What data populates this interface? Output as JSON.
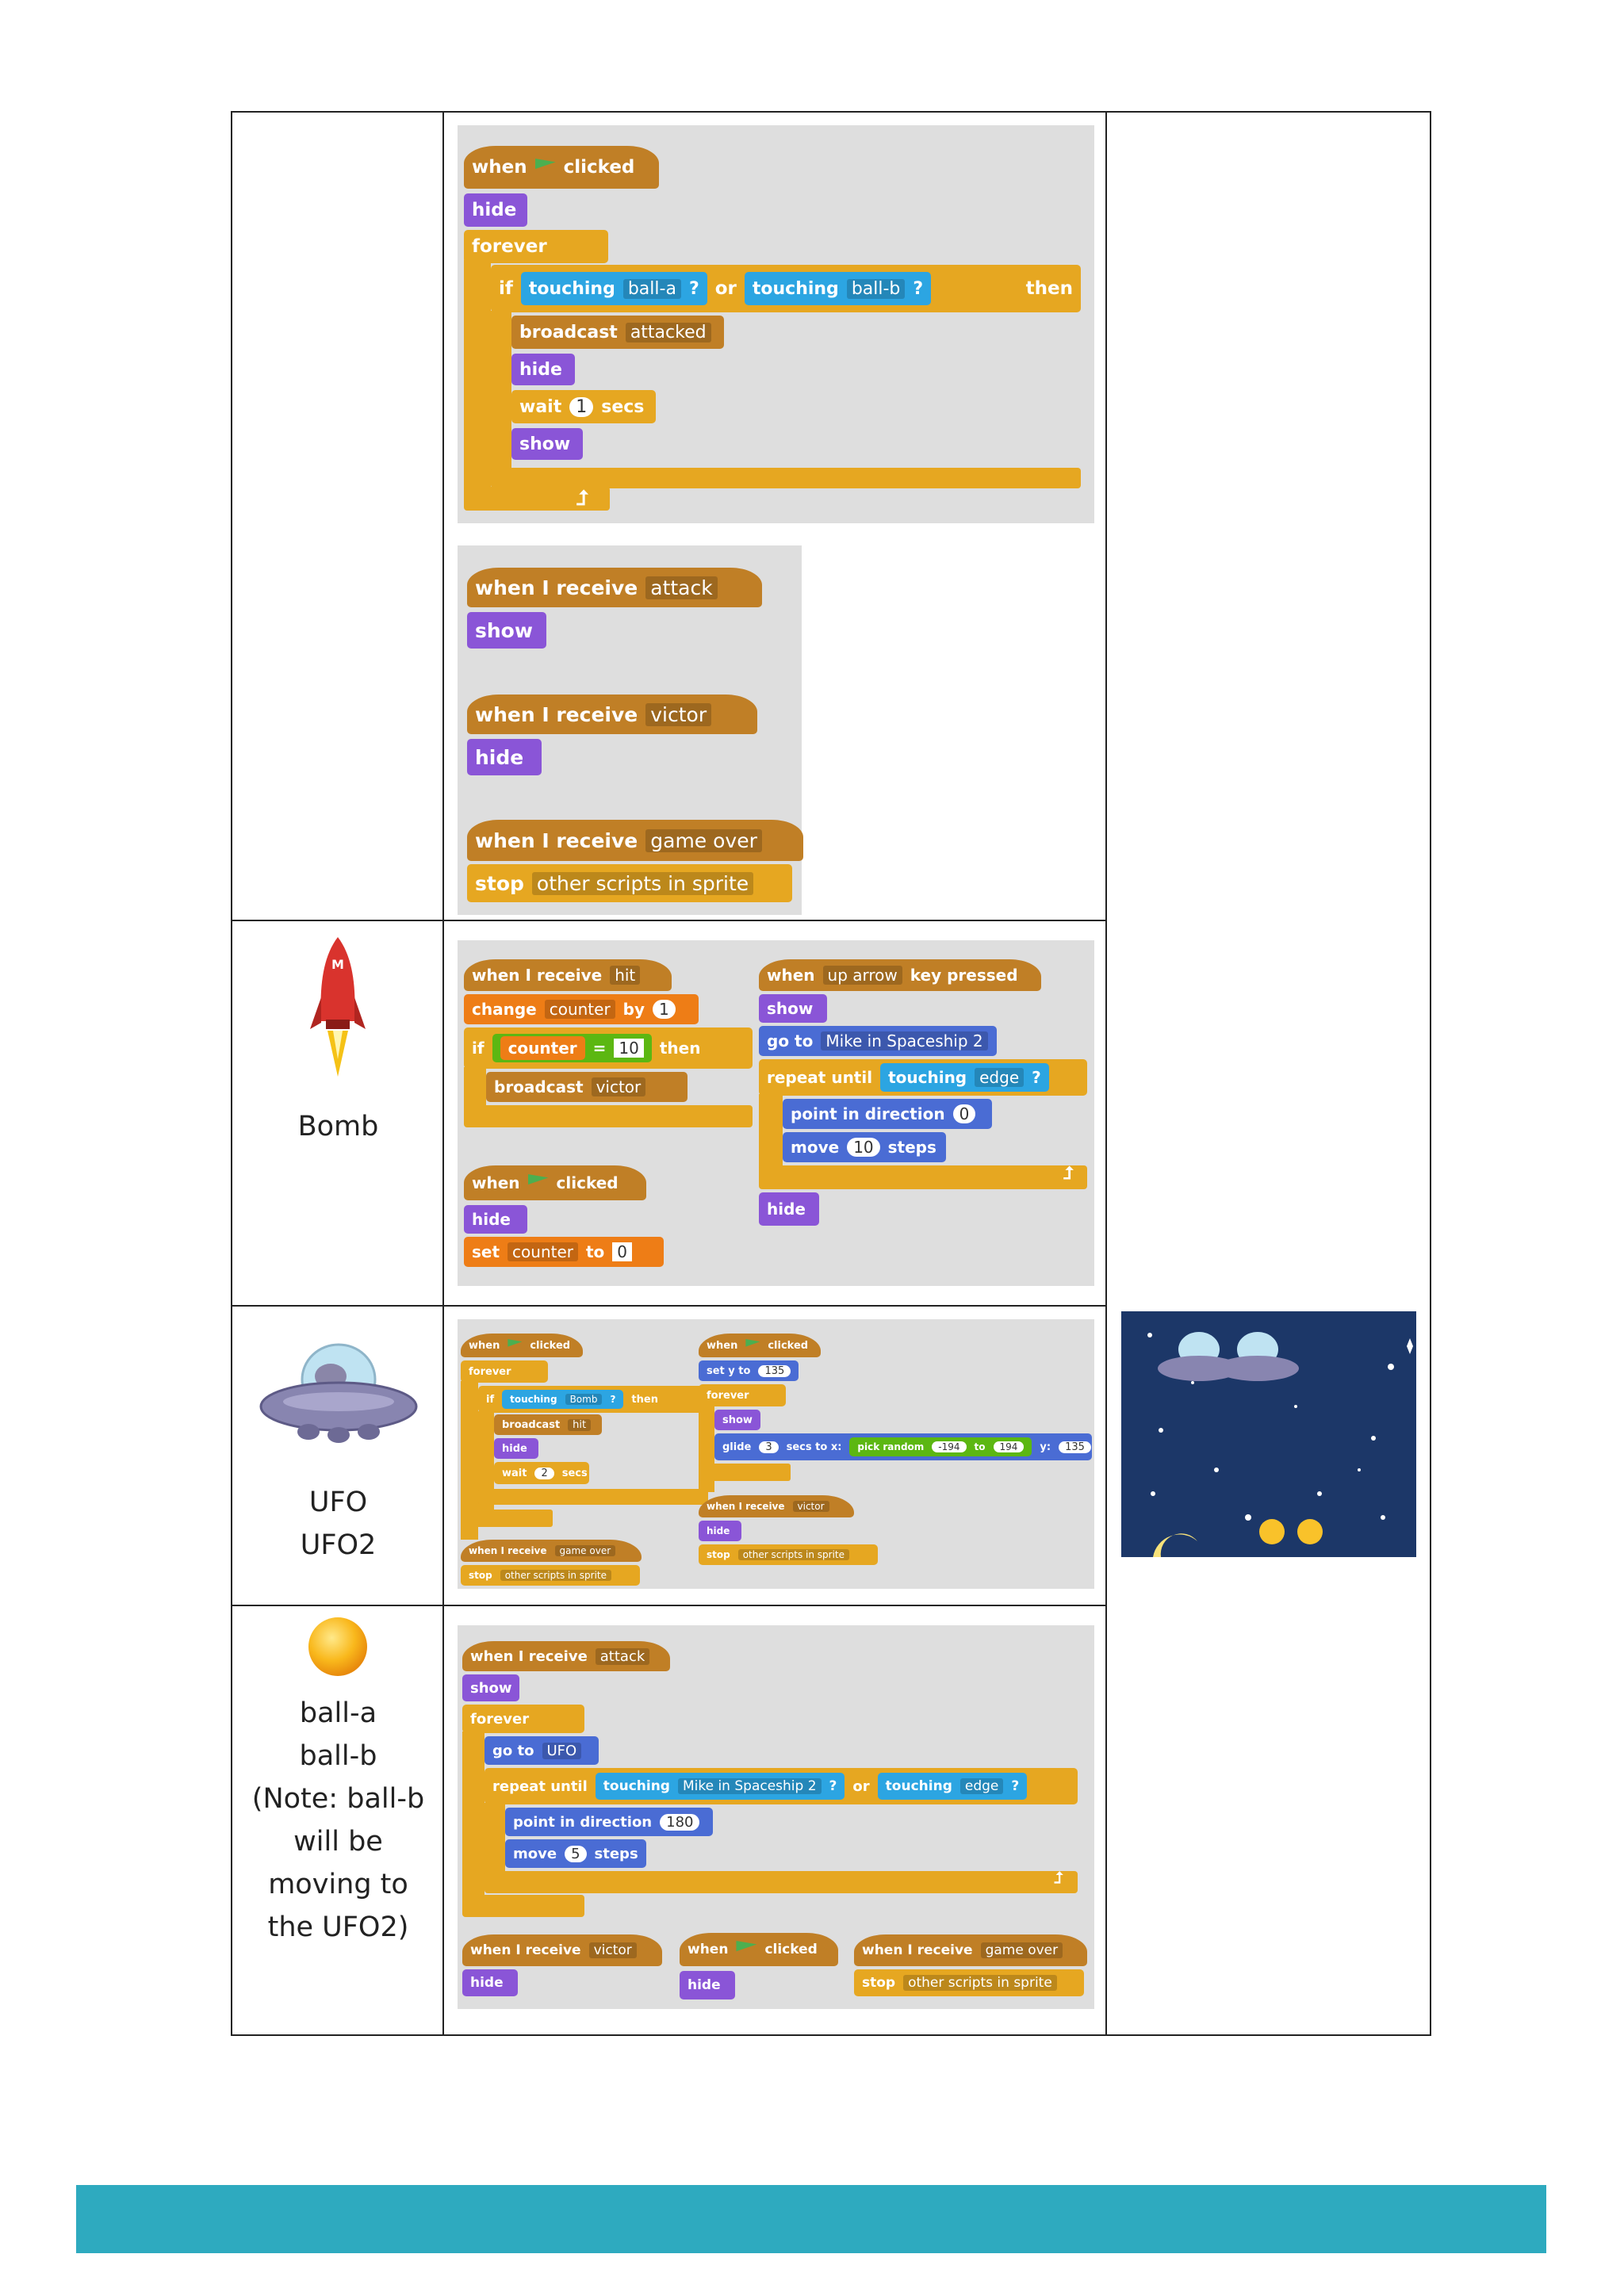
{
  "rows": [
    {
      "labels": []
    },
    {
      "labels": [
        "Bomb"
      ]
    },
    {
      "labels": [
        "UFO",
        "UFO2"
      ]
    },
    {
      "labels": [
        "ball-a",
        "ball-b",
        "(Note: ball-b",
        "will be",
        "moving to",
        "the UFO2)"
      ]
    }
  ],
  "script_text": {
    "when": "when",
    "clicked": "clicked",
    "hide": "hide",
    "show": "show",
    "forever": "forever",
    "if": "if",
    "then": "then",
    "or": "or",
    "touching": "touching",
    "ball_a": "ball-a",
    "ball_b": "ball-b",
    "q": "?",
    "broadcast": "broadcast",
    "attacked": "attacked",
    "wait": "wait",
    "secs": "secs",
    "one": "1",
    "when_i_receive": "when I receive",
    "attack": "attack",
    "victor": "victor",
    "game_over": "game over",
    "stop": "stop",
    "other_scripts": "other scripts in sprite",
    "hit": "hit",
    "change": "change",
    "counter": "counter",
    "by": "by",
    "eq": "=",
    "ten": "10",
    "set": "set",
    "to": "to",
    "zero": "0",
    "up_arrow": "up arrow",
    "key_pressed": "key pressed",
    "go_to": "go to",
    "mike": "Mike in Spaceship 2",
    "repeat_until": "repeat until",
    "edge": "edge",
    "point_in_direction": "point in direction",
    "move": "move",
    "steps": "steps",
    "bomb": "Bomb",
    "two": "2",
    "set_y_to": "set y to",
    "y135": "135",
    "glide": "glide",
    "three": "3",
    "secs_to_x": "secs to x:",
    "pick_random": "pick random",
    "n194": "-194",
    "p194": "194",
    "y_colon": "y:",
    "ufo": "UFO",
    "dir180": "180",
    "five": "5"
  },
  "colors": {
    "event": "#c07f26",
    "looks": "#8a55d7",
    "control": "#e6a721",
    "sensing": "#2ca5e2",
    "motion": "#4a6cd4",
    "operator": "#5cb712",
    "variable": "#ee7d16",
    "footer_bar": "#2eaabf",
    "stage_bg": "#1c3768"
  },
  "icons": [
    "green-flag-icon",
    "rocket-icon",
    "ufo-icon",
    "ball-icon",
    "dropdown-arrow-icon",
    "loop-arrow-icon"
  ]
}
